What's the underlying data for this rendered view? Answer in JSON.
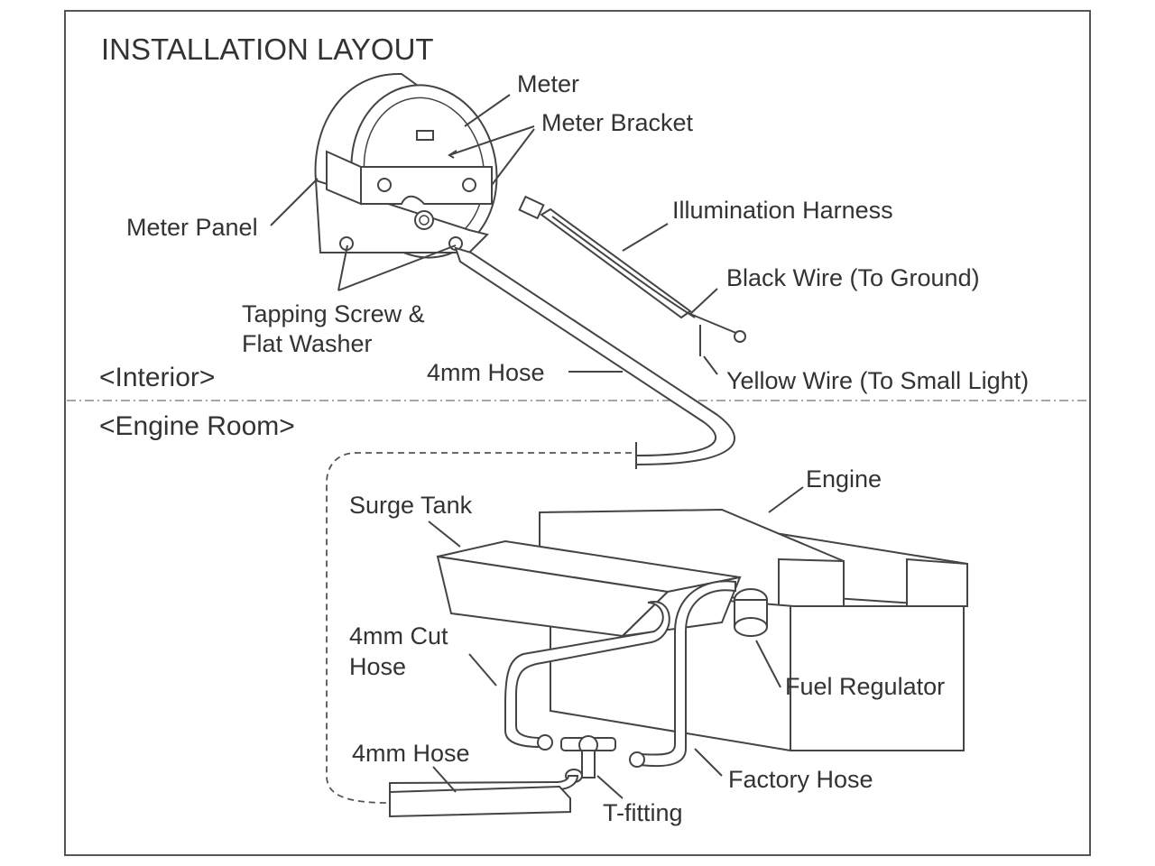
{
  "title": "INSTALLATION LAYOUT",
  "zones": {
    "interior": "<Interior>",
    "engine_room": "<Engine Room>"
  },
  "labels": {
    "meter": "Meter",
    "meter_bracket": "Meter Bracket",
    "meter_panel": "Meter Panel",
    "illumination_harness": "Illumination Harness",
    "black_wire": "Black Wire (To Ground)",
    "tapping_screw_1": "Tapping Screw &",
    "tapping_screw_2": "Flat Washer",
    "hose_4mm_top": "4mm Hose",
    "yellow_wire": "Yellow Wire (To Small Light)",
    "engine": "Engine",
    "surge_tank": "Surge Tank",
    "cut_hose_1": "4mm Cut",
    "cut_hose_2": "Hose",
    "fuel_regulator": "Fuel Regulator",
    "hose_4mm_bottom": "4mm Hose",
    "factory_hose": "Factory Hose",
    "t_fitting": "T-fitting"
  }
}
